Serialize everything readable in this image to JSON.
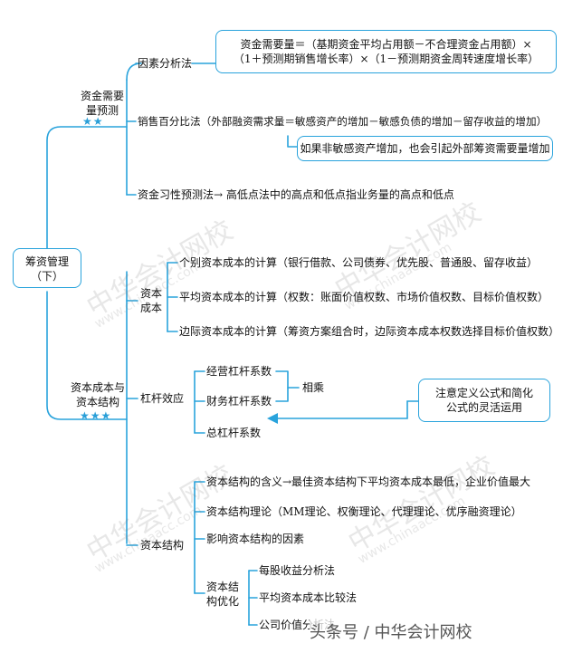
{
  "root": {
    "line1": "筹资管理",
    "line2": "（下）"
  },
  "demand": {
    "title_line1": "资金需要",
    "title_line2": "量预测",
    "stars": "★★",
    "factor": {
      "label": "因素分析法",
      "formula_line1": "资金需要量＝（基期资金平均占用额－不合理资金占用额）×",
      "formula_line2": "（1＋预测期销售增长率）×（1－预测期资金周转速度增长率）"
    },
    "percent": {
      "label": "销售百分比法（外部融资需求量＝敏感资产的增加－敏感负债的增加－留存收益的增加）",
      "note": "如果非敏感资产增加，也会引起外部筹资需要量增加"
    },
    "habit": {
      "label": "资金习性预测法→ 高低点法中的高点和低点指业务量的高点和低点"
    }
  },
  "capital": {
    "title_line1": "资本成本与",
    "title_line2": "资本结构",
    "stars": "★★★",
    "cost": {
      "label_line1": "资本",
      "label_line2": "成本",
      "items": [
        "个别资本成本的计算（银行借款、公司债券、优先股、普通股、留存收益）",
        "平均资本成本的计算（权数：账面价值权数、市场价值权数、目标价值权数）",
        "边际资本成本的计算（筹资方案组合时，边际资本成本权数选择目标价值权数）"
      ]
    },
    "leverage": {
      "label": "杠杆效应",
      "items": [
        "经营杠杆系数",
        "财务杠杆系数",
        "总杠杆系数"
      ],
      "multiply": "相乘",
      "note_line1": "注意定义公式和简化",
      "note_line2": "公式的灵活运用"
    },
    "structure": {
      "label": "资本结构",
      "items": [
        "资本结构的含义→最佳资本结构下平均资本成本最低，企业价值最大",
        "资本结构理论（MM理论、权衡理论、代理理论、优序融资理论）",
        "影响资本结构的因素"
      ],
      "optimize": {
        "label_line1": "资本结",
        "label_line2": "构优化",
        "items": [
          "每股收益分析法",
          "平均资本成本比较法",
          "公司价值分析法"
        ]
      }
    }
  },
  "watermark": {
    "brand": "中华会计网校",
    "site": "www.chinaacc.com"
  },
  "footer": "头条号 / 中华会计网校",
  "colors": {
    "line": "#29a3dc",
    "star": "#2a9fd8"
  }
}
